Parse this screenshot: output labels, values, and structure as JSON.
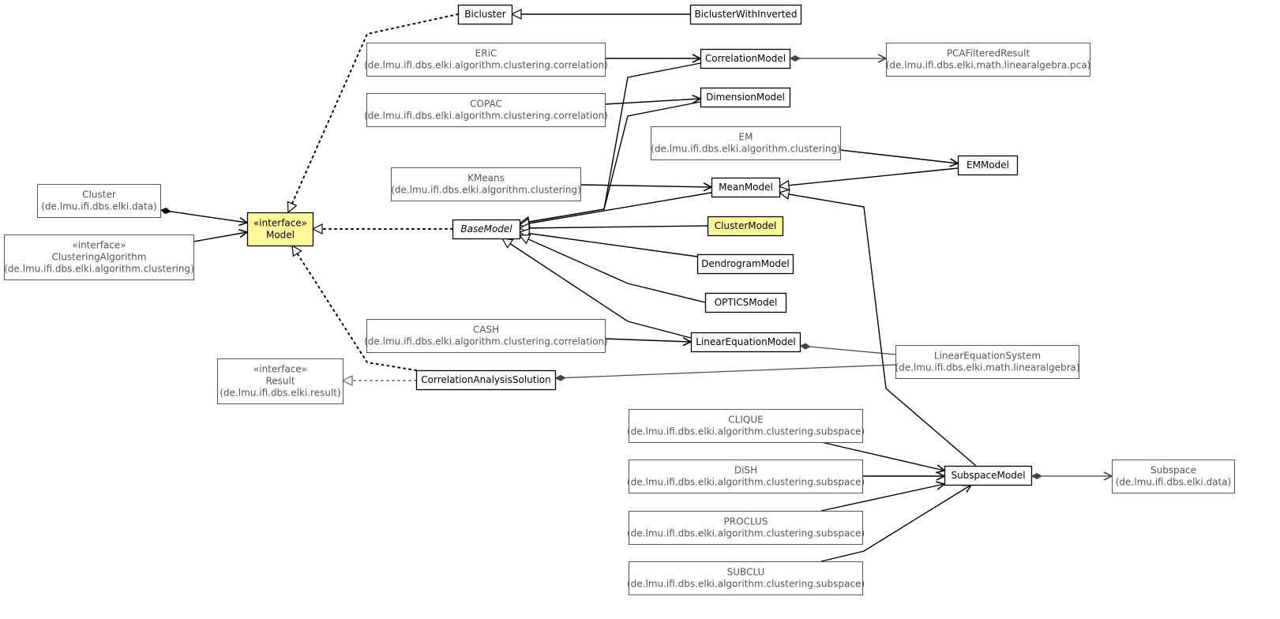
{
  "nodes": [
    {
      "id": "bicluster",
      "lines": [
        "Bicluster"
      ],
      "style": "plain"
    },
    {
      "id": "bicluster_inverted",
      "lines": [
        "BiclusterWithInverted"
      ],
      "style": "plain"
    },
    {
      "id": "eric",
      "lines": [
        "ERiC",
        "(de.lmu.ifi.dbs.elki.algorithm.clustering.correlation)"
      ],
      "style": "external"
    },
    {
      "id": "correlation_model",
      "lines": [
        "CorrelationModel"
      ],
      "style": "plain"
    },
    {
      "id": "pca_filtered",
      "lines": [
        "PCAFilteredResult",
        "(de.lmu.ifi.dbs.elki.math.linearalgebra.pca)"
      ],
      "style": "external"
    },
    {
      "id": "copac",
      "lines": [
        "COPAC",
        "(de.lmu.ifi.dbs.elki.algorithm.clustering.correlation)"
      ],
      "style": "external"
    },
    {
      "id": "dimension_model",
      "lines": [
        "DimensionModel"
      ],
      "style": "plain"
    },
    {
      "id": "em",
      "lines": [
        "EM",
        "(de.lmu.ifi.dbs.elki.algorithm.clustering)"
      ],
      "style": "external"
    },
    {
      "id": "em_model",
      "lines": [
        "EMModel"
      ],
      "style": "plain"
    },
    {
      "id": "kmeans",
      "lines": [
        "KMeans",
        "(de.lmu.ifi.dbs.elki.algorithm.clustering)"
      ],
      "style": "external"
    },
    {
      "id": "mean_model",
      "lines": [
        "MeanModel"
      ],
      "style": "plain"
    },
    {
      "id": "cluster",
      "lines": [
        "Cluster",
        "(de.lmu.ifi.dbs.elki.data)"
      ],
      "style": "external"
    },
    {
      "id": "model",
      "lines": [
        "«interface»",
        "Model"
      ],
      "style": "highlight"
    },
    {
      "id": "base_model",
      "lines": [
        "BaseModel"
      ],
      "style": "abstract"
    },
    {
      "id": "cluster_model",
      "lines": [
        "ClusterModel"
      ],
      "style": "highlight"
    },
    {
      "id": "clustering_algorithm",
      "lines": [
        "«interface»",
        "ClusteringAlgorithm",
        "(de.lmu.ifi.dbs.elki.algorithm.clustering)"
      ],
      "style": "external"
    },
    {
      "id": "dendrogram_model",
      "lines": [
        "DendrogramModel"
      ],
      "style": "plain"
    },
    {
      "id": "optics_model",
      "lines": [
        "OPTICSModel"
      ],
      "style": "plain"
    },
    {
      "id": "cash",
      "lines": [
        "CASH",
        "(de.lmu.ifi.dbs.elki.algorithm.clustering.correlation)"
      ],
      "style": "external"
    },
    {
      "id": "linear_equation_model",
      "lines": [
        "LinearEquationModel"
      ],
      "style": "plain"
    },
    {
      "id": "linear_equation_system",
      "lines": [
        "LinearEquationSystem",
        "(de.lmu.ifi.dbs.elki.math.linearalgebra)"
      ],
      "style": "external"
    },
    {
      "id": "result",
      "lines": [
        "«interface»",
        "Result",
        "(de.lmu.ifi.dbs.elki.result)"
      ],
      "style": "external"
    },
    {
      "id": "correlation_analysis_solution",
      "lines": [
        "CorrelationAnalysisSolution"
      ],
      "style": "plain"
    },
    {
      "id": "clique",
      "lines": [
        "CLIQUE",
        "(de.lmu.ifi.dbs.elki.algorithm.clustering.subspace)"
      ],
      "style": "external"
    },
    {
      "id": "dish",
      "lines": [
        "DiSH",
        "(de.lmu.ifi.dbs.elki.algorithm.clustering.subspace)"
      ],
      "style": "external"
    },
    {
      "id": "subspace_model",
      "lines": [
        "SubspaceModel"
      ],
      "style": "plain"
    },
    {
      "id": "subspace",
      "lines": [
        "Subspace",
        "(de.lmu.ifi.dbs.elki.data)"
      ],
      "style": "external"
    },
    {
      "id": "proclus",
      "lines": [
        "PROCLUS",
        "(de.lmu.ifi.dbs.elki.algorithm.clustering.subspace)"
      ],
      "style": "external"
    },
    {
      "id": "subclu",
      "lines": [
        "SUBCLU",
        "(de.lmu.ifi.dbs.elki.algorithm.clustering.subspace)"
      ],
      "style": "external"
    }
  ],
  "edges": [
    {
      "id": "e1",
      "from": "bicluster_inverted",
      "to": "bicluster",
      "kind": "extends"
    },
    {
      "id": "e2",
      "from": "bicluster",
      "to": "model",
      "kind": "realizes"
    },
    {
      "id": "e3",
      "from": "eric",
      "to": "correlation_model",
      "kind": "uses"
    },
    {
      "id": "e4",
      "from": "correlation_model",
      "to": "pca_filtered",
      "kind": "composes"
    },
    {
      "id": "e5",
      "from": "copac",
      "to": "dimension_model",
      "kind": "uses"
    },
    {
      "id": "e6",
      "from": "em",
      "to": "em_model",
      "kind": "uses"
    },
    {
      "id": "e7",
      "from": "em_model",
      "to": "mean_model",
      "kind": "extends"
    },
    {
      "id": "e8",
      "from": "kmeans",
      "to": "mean_model",
      "kind": "uses"
    },
    {
      "id": "e9",
      "from": "cluster",
      "to": "model",
      "kind": "composes"
    },
    {
      "id": "e10",
      "from": "clustering_algorithm",
      "to": "model",
      "kind": "uses"
    },
    {
      "id": "e11",
      "from": "base_model",
      "to": "model",
      "kind": "realizes"
    },
    {
      "id": "e12",
      "from": "correlation_model",
      "to": "base_model",
      "kind": "extends"
    },
    {
      "id": "e13",
      "from": "dimension_model",
      "to": "base_model",
      "kind": "extends"
    },
    {
      "id": "e14",
      "from": "mean_model",
      "to": "base_model",
      "kind": "extends"
    },
    {
      "id": "e15",
      "from": "cluster_model",
      "to": "base_model",
      "kind": "extends"
    },
    {
      "id": "e16",
      "from": "dendrogram_model",
      "to": "base_model",
      "kind": "extends"
    },
    {
      "id": "e17",
      "from": "optics_model",
      "to": "base_model",
      "kind": "extends"
    },
    {
      "id": "e18",
      "from": "linear_equation_model",
      "to": "base_model",
      "kind": "extends"
    },
    {
      "id": "e19",
      "from": "cash",
      "to": "linear_equation_model",
      "kind": "uses"
    },
    {
      "id": "e20",
      "from": "linear_equation_model",
      "to": "linear_equation_system",
      "kind": "composes"
    },
    {
      "id": "e21",
      "from": "correlation_analysis_solution",
      "to": "model",
      "kind": "realizes"
    },
    {
      "id": "e22",
      "from": "correlation_analysis_solution",
      "to": "result",
      "kind": "realizes"
    },
    {
      "id": "e23",
      "from": "correlation_analysis_solution",
      "to": "linear_equation_system",
      "kind": "composes"
    },
    {
      "id": "e24",
      "from": "subspace_model",
      "to": "mean_model",
      "kind": "extends"
    },
    {
      "id": "e25",
      "from": "clique",
      "to": "subspace_model",
      "kind": "uses"
    },
    {
      "id": "e26",
      "from": "dish",
      "to": "subspace_model",
      "kind": "uses"
    },
    {
      "id": "e27",
      "from": "proclus",
      "to": "subspace_model",
      "kind": "uses"
    },
    {
      "id": "e28",
      "from": "subclu",
      "to": "subspace_model",
      "kind": "uses"
    },
    {
      "id": "e29",
      "from": "subspace_model",
      "to": "subspace",
      "kind": "composes"
    }
  ],
  "colors": {
    "highlight_fill": "#fff89a",
    "box_fill": "#ffffff",
    "box_border": "#000000",
    "external_border": "#555555",
    "external_text": "#555555",
    "text": "#000000",
    "edge_dark": "#000000",
    "edge_grey": "#444444"
  }
}
